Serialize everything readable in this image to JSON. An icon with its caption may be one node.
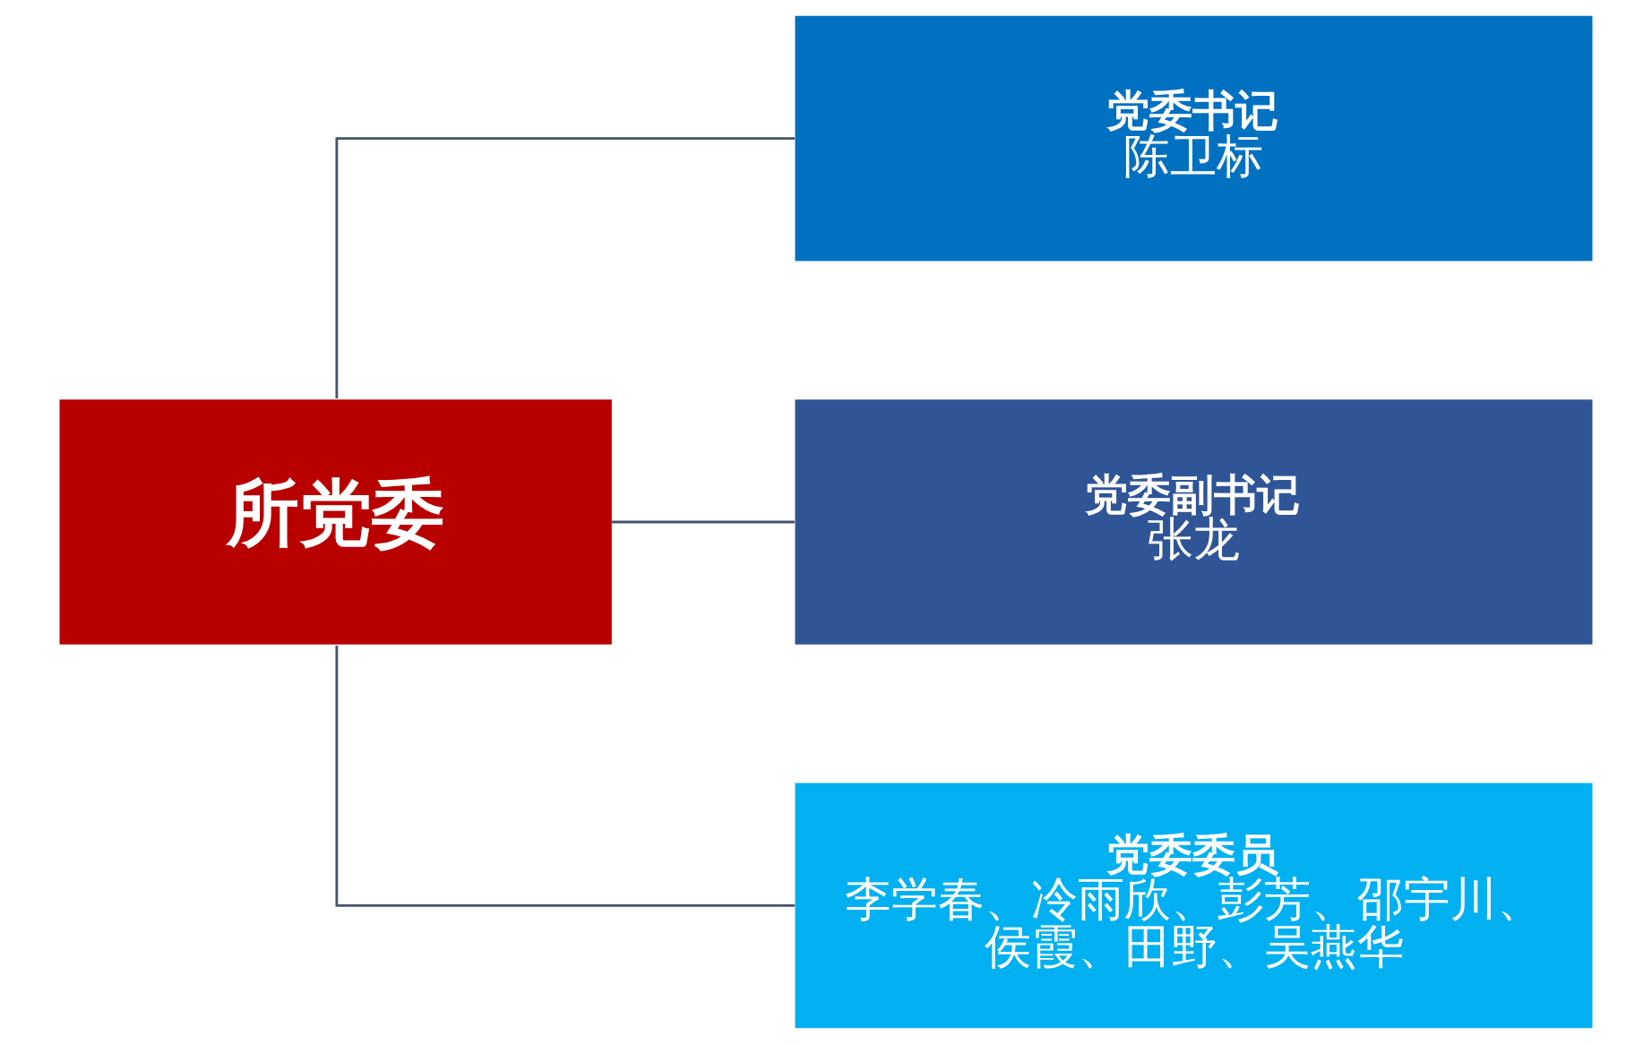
{
  "diagram": {
    "nodes": [
      {
        "text": [
          "所党委"
        ]
      },
      {
        "text": [
          "党委书记",
          "陈卫标"
        ]
      },
      {
        "text": [
          "党委副书记",
          "张龙"
        ]
      },
      {
        "text": [
          "党委委员",
          "李学春、冷雨欣、彭芳、邵宇川、侯霞、田野、吴燕华"
        ]
      }
    ],
    "edges": [
      {
        "from": 0,
        "to": 1,
        "arrow": "none"
      },
      {
        "from": 0,
        "to": 2,
        "arrow": "none"
      },
      {
        "from": 0,
        "to": 3,
        "arrow": "none"
      }
    ]
  }
}
